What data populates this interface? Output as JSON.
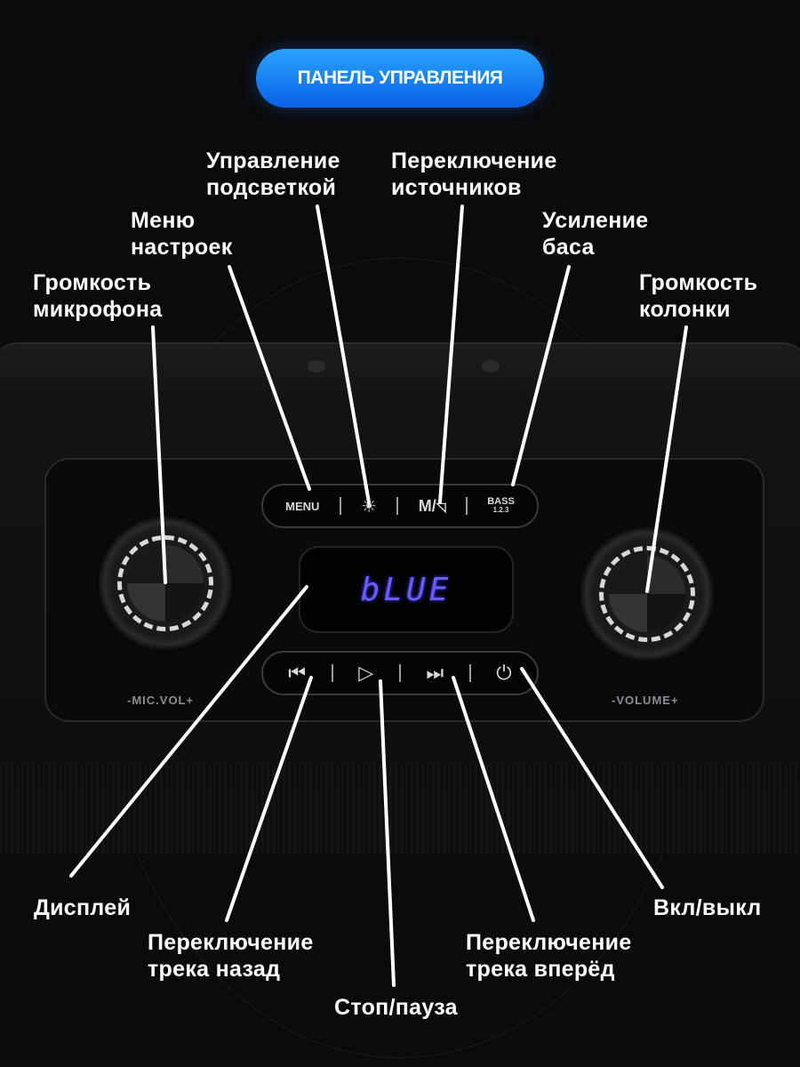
{
  "header": {
    "title": "ПАНЕЛЬ УПРАВЛЕНИЯ"
  },
  "device": {
    "mic_knob_label": "-MIC.VOL+",
    "volume_knob_label": "-VOLUME+",
    "top_buttons": {
      "menu": "MENU",
      "light": "☀",
      "mode": "M/",
      "bass": "BASS",
      "bass_levels": "1.2.3"
    },
    "bottom_buttons": {
      "prev": "⏮",
      "play": "▷",
      "next": "⏭",
      "power": "⏻"
    },
    "display_text": "bLUE"
  },
  "labels": {
    "mic_volume": [
      "Громкость",
      "микрофона"
    ],
    "menu": [
      "Меню",
      "настроек"
    ],
    "backlight": [
      "Управление",
      "подсветкой"
    ],
    "source": [
      "Переключение",
      "источников"
    ],
    "bass": [
      "Усиление",
      "баса"
    ],
    "speaker_volume": [
      "Громкость",
      "колонки"
    ],
    "display": "Дисплей",
    "prev_track": [
      "Переключение",
      "трека назад"
    ],
    "play_pause": "Стоп/пауза",
    "next_track": [
      "Переключение",
      "трека вперёд"
    ],
    "power": "Вкл/выкл"
  }
}
